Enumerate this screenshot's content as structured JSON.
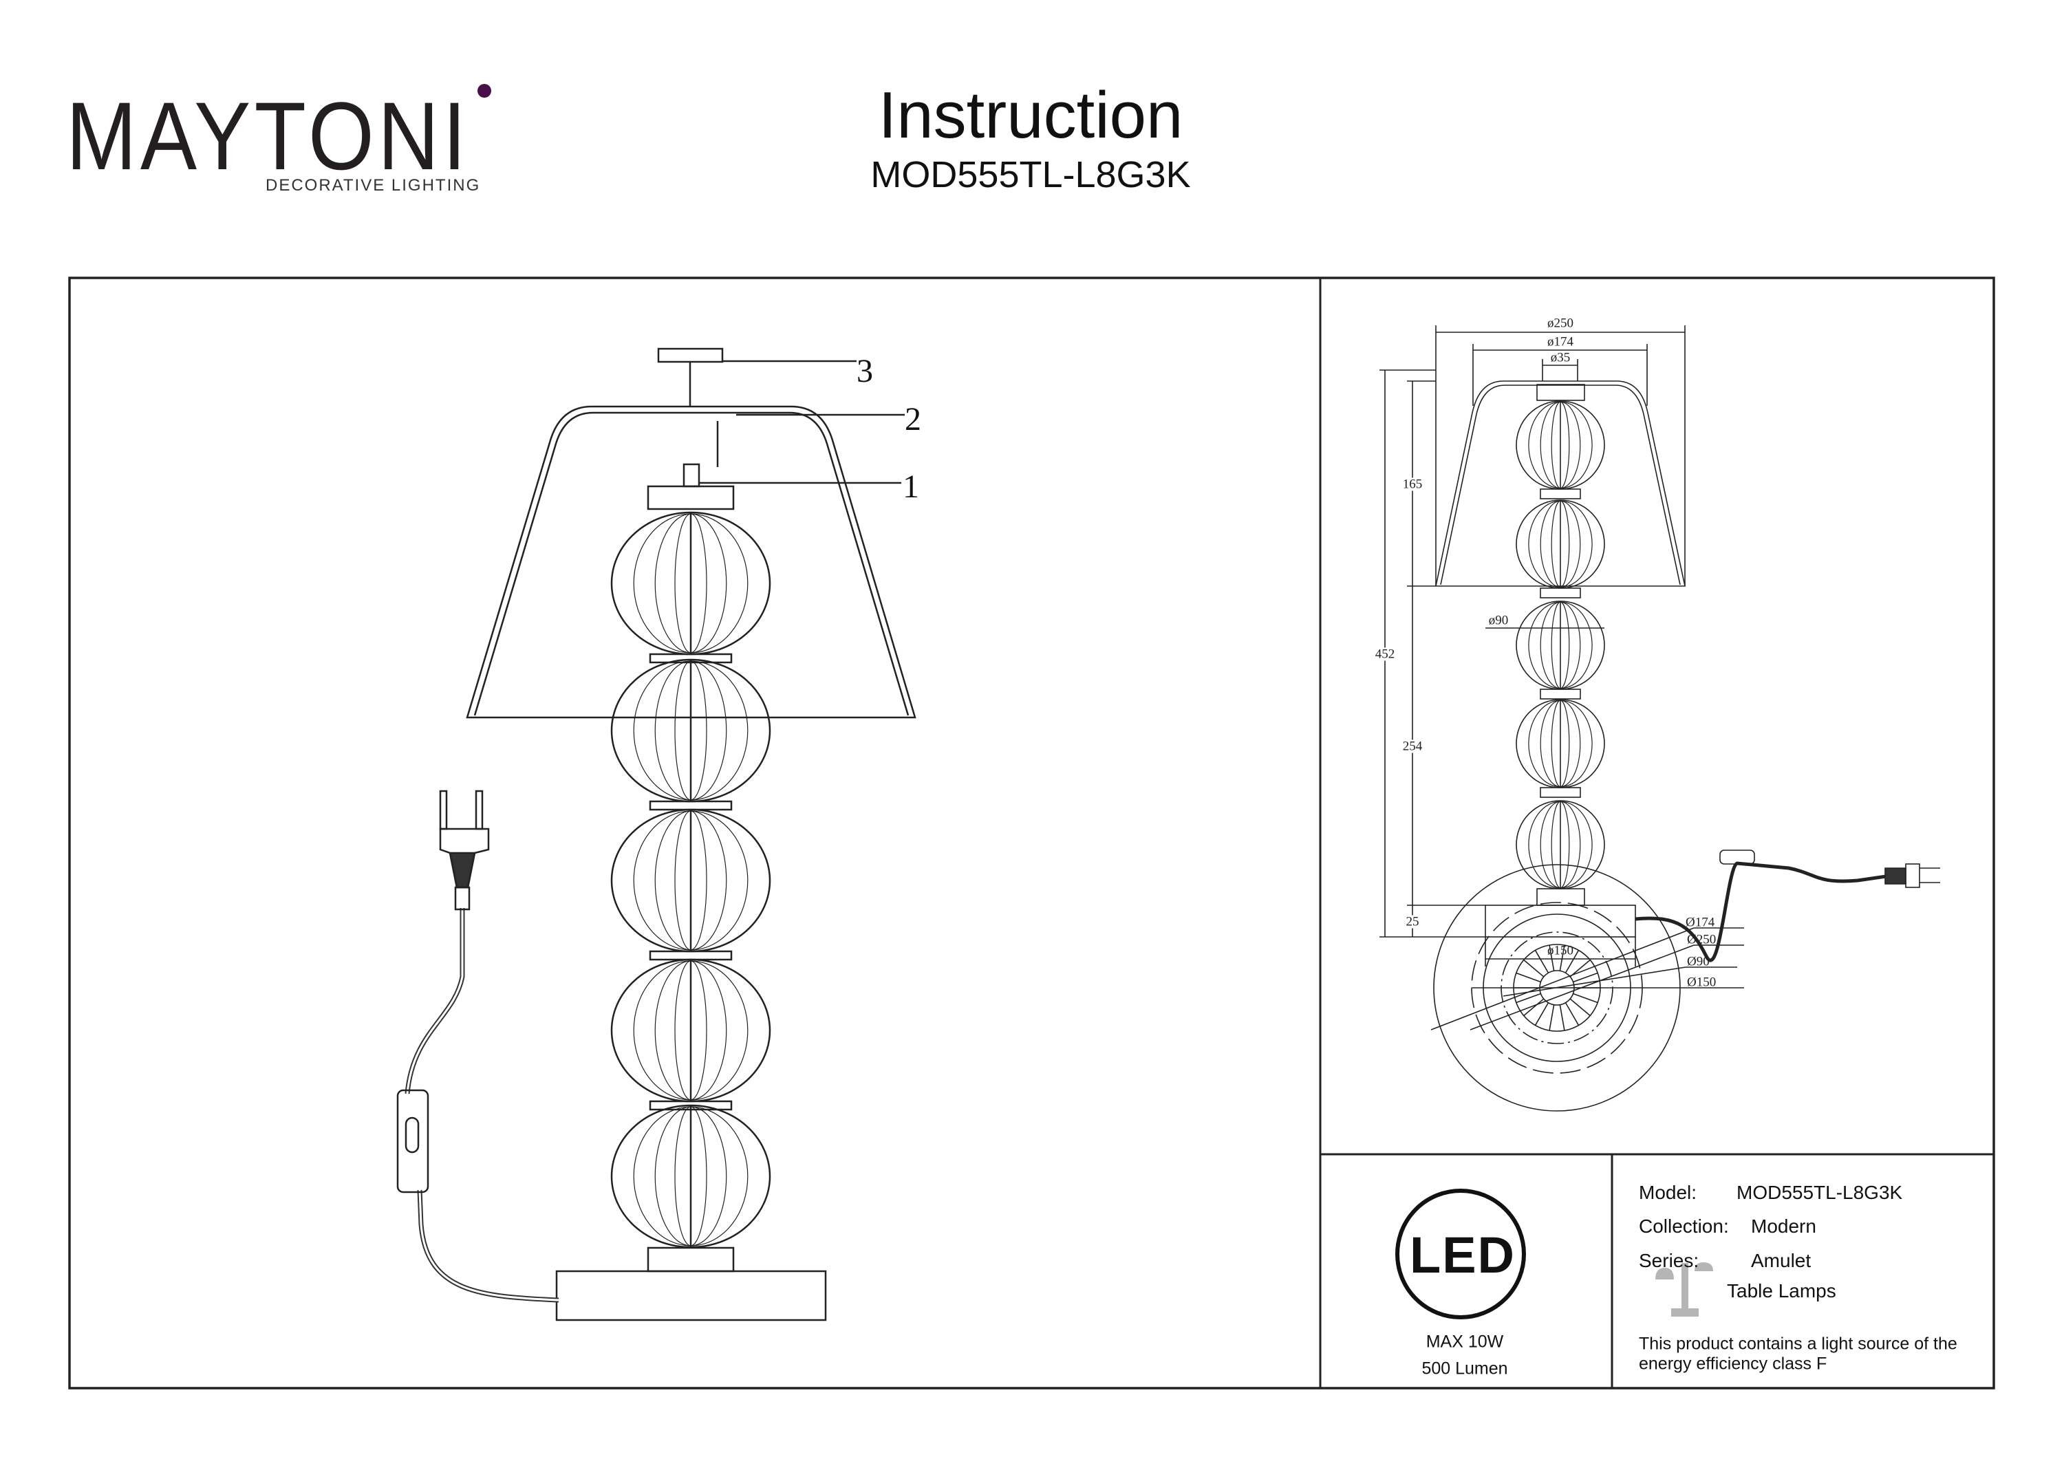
{
  "header": {
    "brand": "MAYTONI",
    "brand_tagline": "DECORATIVE LIGHTING",
    "title": "Instruction",
    "model_code": "MOD555TL-L8G3K"
  },
  "assembly_view": {
    "part_labels": [
      "1",
      "2",
      "3"
    ]
  },
  "dimension_view": {
    "shade_diameter": "ø250",
    "shade_top_diameter": "ø174",
    "canopy_diameter": "ø35",
    "ball_diameter": "ø90",
    "base_diameter": "ø150",
    "total_height": "452",
    "shade_height": "165",
    "body_height": "254",
    "base_height": "25"
  },
  "top_view": {
    "labels": [
      "Ø174",
      "Ø250",
      "Ø90",
      "Ø150"
    ]
  },
  "info": {
    "led_badge": "LED",
    "power": "MAX 10W",
    "lumen": "500 Lumen",
    "model_label": "Model:",
    "model_value": "MOD555TL-L8G3K",
    "collection_label": "Collection:",
    "collection_value": "Modern",
    "series_label": "Series:",
    "series_value": "Amulet",
    "category": "Table Lamps",
    "energy_line1": "This product contains a light source of the",
    "energy_line2": "energy efficiency class F"
  },
  "colors": {
    "brand_accent": "#4a1048",
    "line": "#222222",
    "icon_grey": "#b5b5b5"
  }
}
